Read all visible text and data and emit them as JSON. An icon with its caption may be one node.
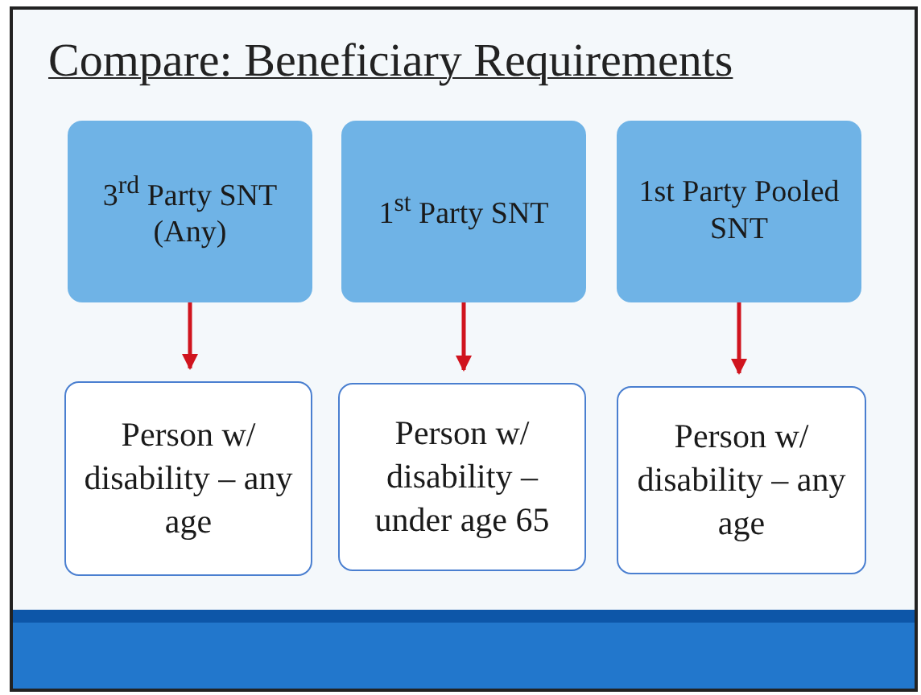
{
  "diagram": {
    "title": "Compare: Beneficiary Requirements",
    "nodes": [
      {
        "text": [
          "3$^{rd}$ Party SNT (Any)"
        ]
      },
      {
        "text": [
          "1$^{st}$ Party SNT"
        ]
      },
      {
        "text": [
          "1st Party Pooled SNT"
        ]
      },
      {
        "text": [
          "Person w/ disability – any age"
        ]
      },
      {
        "text": [
          "Person w/ disability – under age 65"
        ]
      },
      {
        "text": [
          "Person w/ disability – any age"
        ]
      }
    ],
    "edges": [
      {
        "from": 0,
        "to": 3,
        "arrow": "to"
      },
      {
        "from": 1,
        "to": 4,
        "arrow": "to"
      },
      {
        "from": 2,
        "to": 5,
        "arrow": "to"
      }
    ]
  }
}
